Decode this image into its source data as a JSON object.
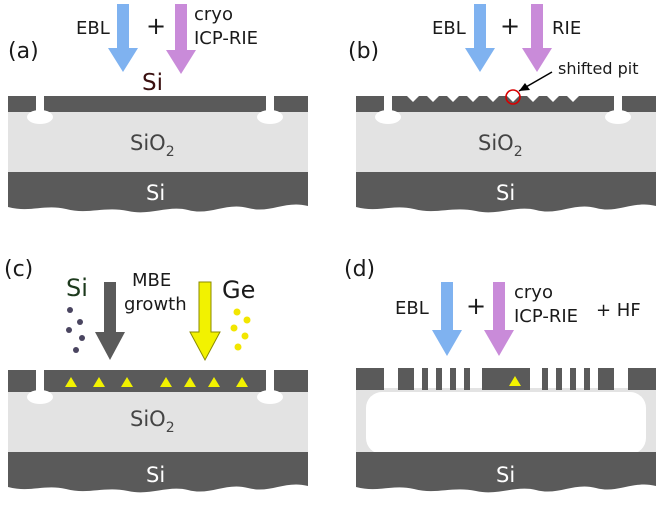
{
  "panels": {
    "a": {
      "letter": "(a)",
      "arrow1_label": "EBL",
      "plus": "+",
      "arrow2_label_line1": "cryo",
      "arrow2_label_line2": "ICP-RIE",
      "top_label": "Si",
      "mid_label_main": "SiO",
      "mid_label_sub": "2",
      "bottom_label": "Si"
    },
    "b": {
      "letter": "(b)",
      "arrow1_label": "EBL",
      "plus": "+",
      "arrow2_label": "RIE",
      "annotation": "shifted pit",
      "mid_label_main": "SiO",
      "mid_label_sub": "2",
      "bottom_label": "Si"
    },
    "c": {
      "letter": "(c)",
      "source1_label": "Si",
      "arrow_label_line1": "MBE",
      "arrow_label_line2": "growth",
      "source2_label": "Ge",
      "mid_label_main": "SiO",
      "mid_label_sub": "2",
      "bottom_label": "Si"
    },
    "d": {
      "letter": "(d)",
      "arrow1_label": "EBL",
      "plus": "+",
      "arrow2_label_line1": "cryo",
      "arrow2_label_line2": "ICP-RIE",
      "extra_label": "+ HF",
      "bottom_label": "Si"
    }
  },
  "colors": {
    "si": "#5a5a5a",
    "sio2": "#e3e3e3",
    "ebl_arrow": "#7fb2f0",
    "rie_arrow": "#c98bd9",
    "mbe_arrow": "#5a5a5a",
    "ge_arrow": "#f2f200",
    "ge_dots": "#f2e600",
    "si_dots": "#4a4560",
    "pit_marker": "#d80000"
  }
}
